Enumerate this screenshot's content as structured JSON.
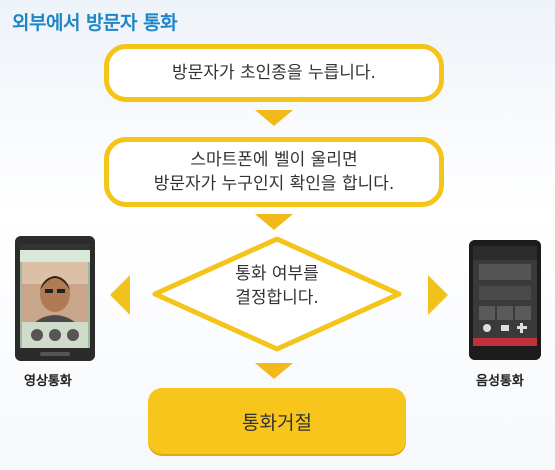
{
  "title": "외부에서 방문자 통화",
  "steps": {
    "step1": "방문자가 초인종을 누릅니다.",
    "step2_line1": "스마트폰에 벨이 울리면",
    "step2_line2": "방문자가 누구인지 확인을 합니다.",
    "decision_line1": "통화 여부를",
    "decision_line2": "결정합니다.",
    "reject": "통화거절"
  },
  "options": {
    "video_call": "영상통화",
    "voice_call": "음성통화"
  },
  "colors": {
    "accent_yellow": "#f5c418",
    "title_blue": "#1e86c8"
  }
}
